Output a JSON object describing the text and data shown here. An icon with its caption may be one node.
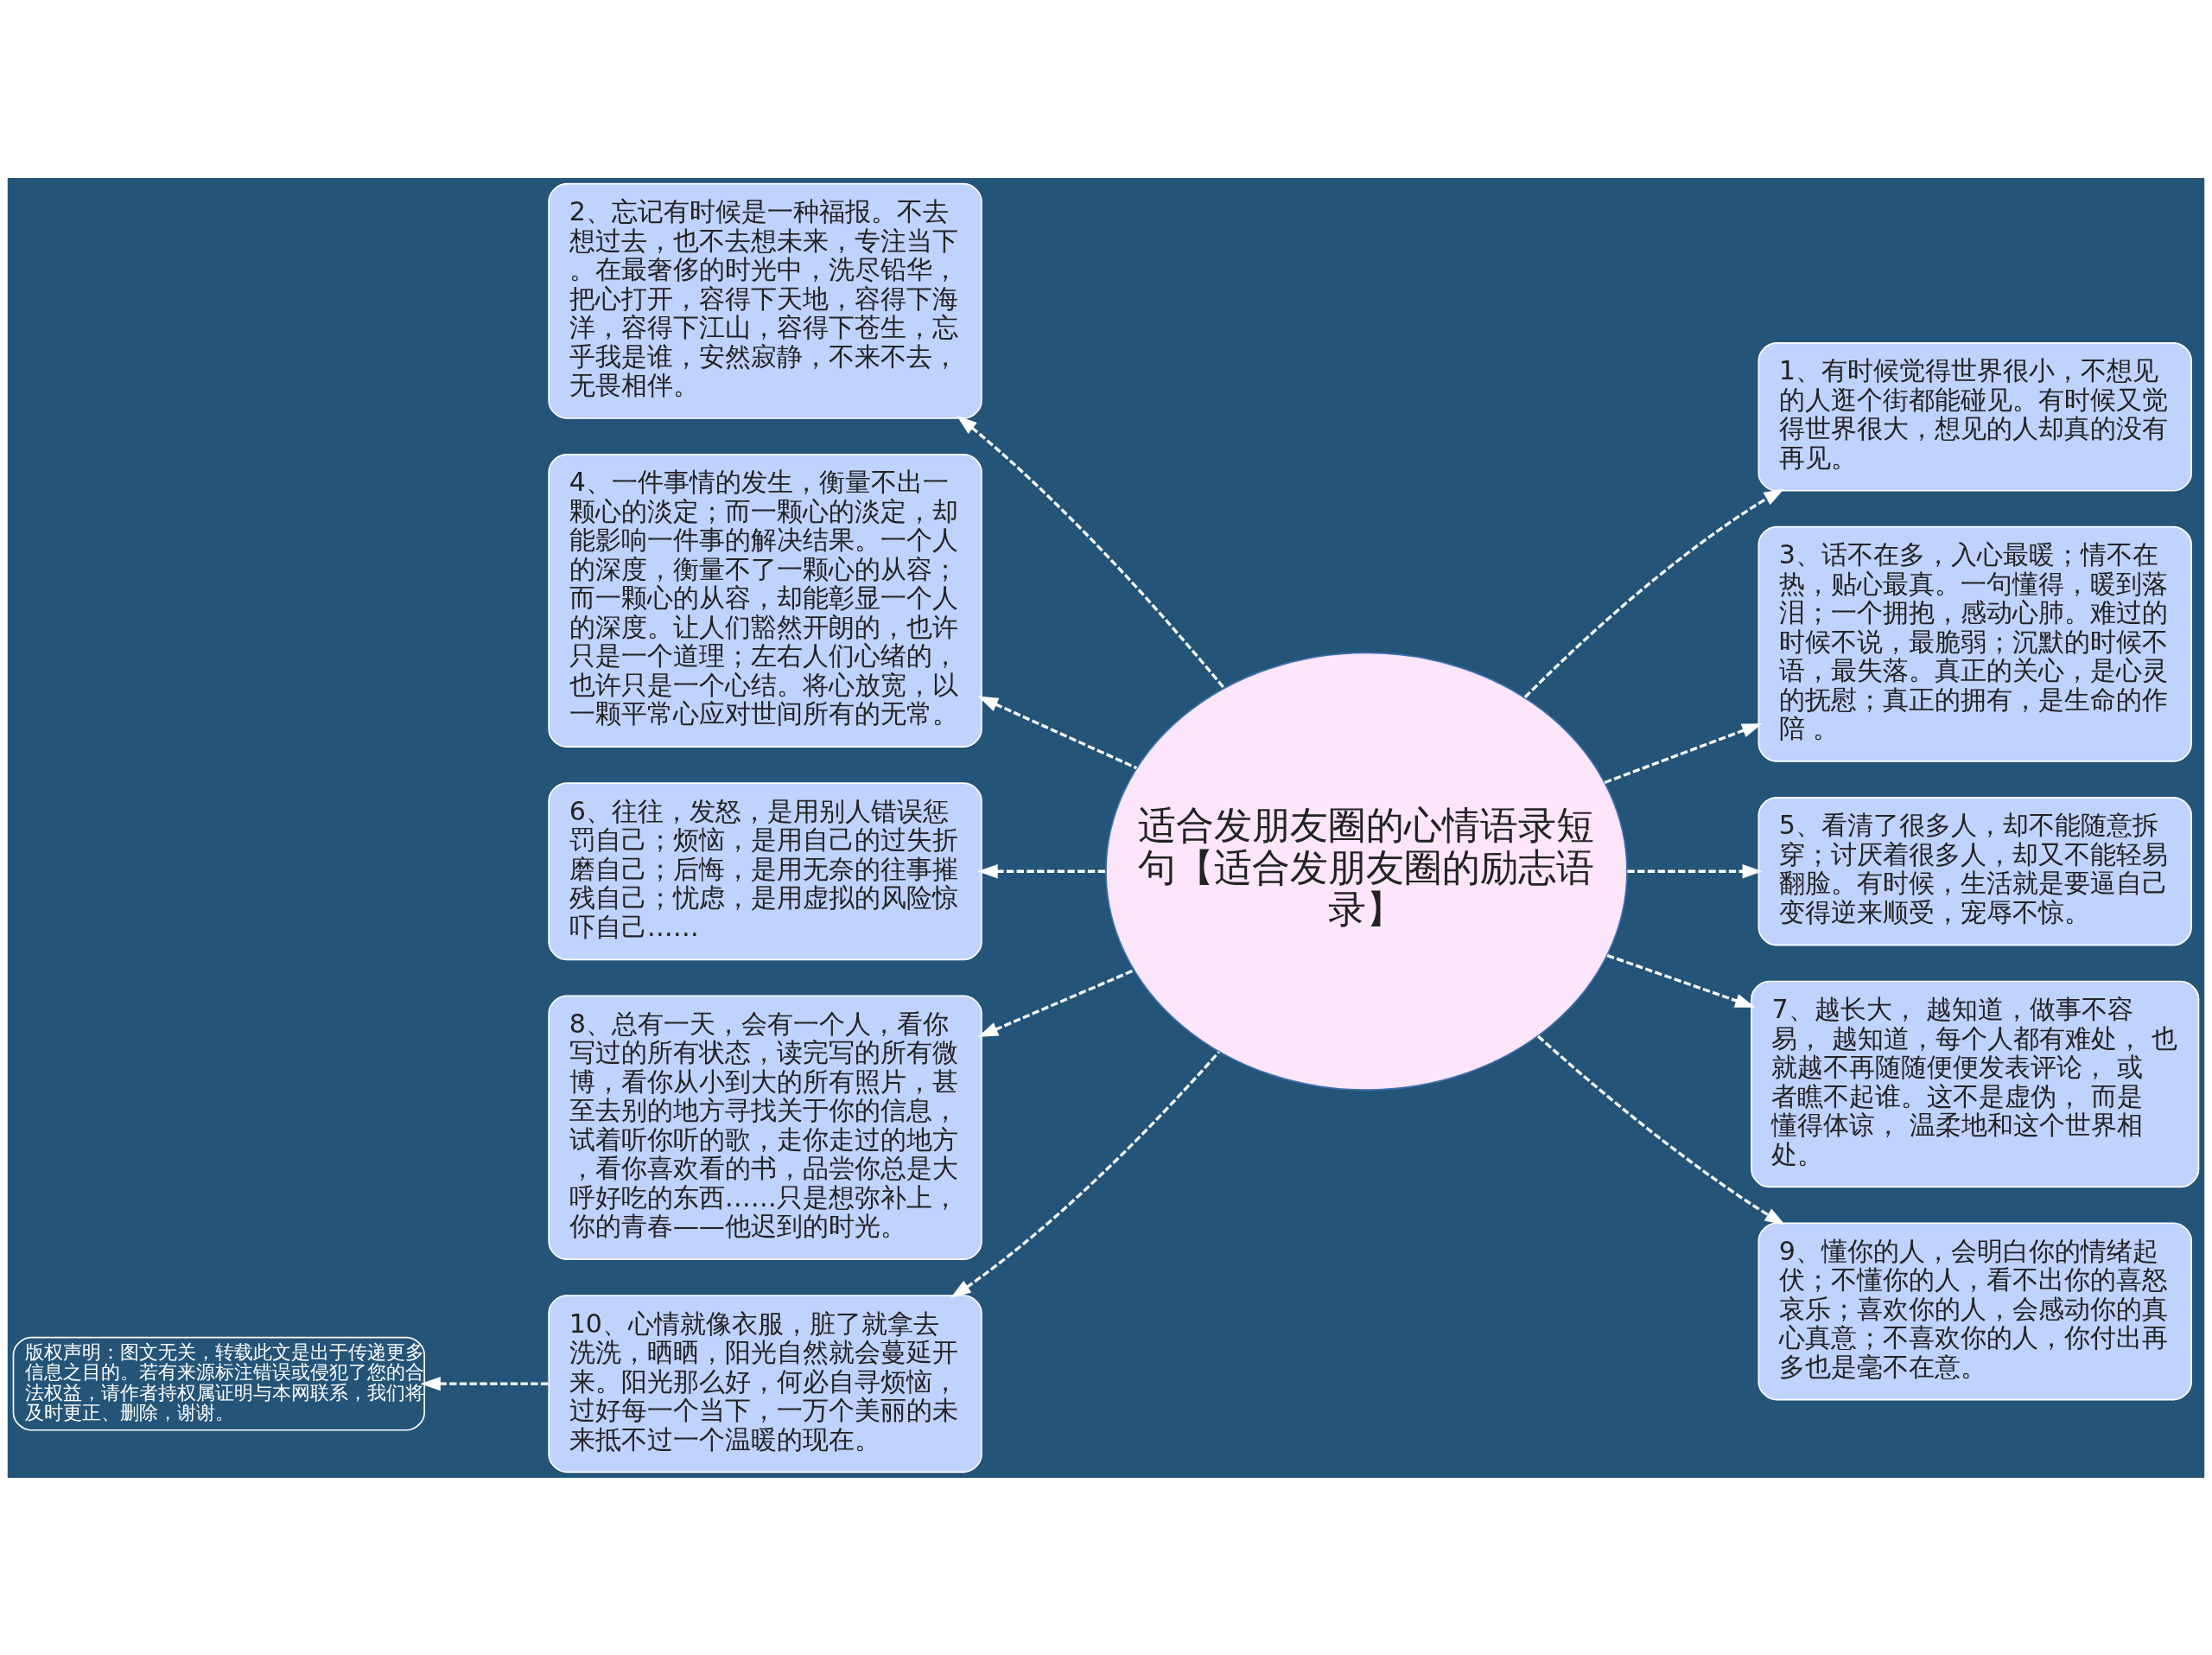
{
  "diagram": {
    "nodes": [
      {
        "text": [
          "适合发朋友圈的心情语录短句【适合发朋友圈的励志语录】"
        ]
      },
      {
        "text": [
          "1、有时候觉得世界很小，不想见的人逛个街都能碰见。有时候又觉得世界很大，想见的人却真的没有再见。"
        ]
      },
      {
        "text": [
          "2、忘记有时候是一种福报。不去想过去，也不去想未来，专注当下。在最奢侈的时光中，洗尽铅华，把心打开，容得下天地，容得下海洋，容得下江山，容得下苍生，忘乎我是谁，安然寂静，不来不去，无畏相伴。"
        ]
      },
      {
        "text": [
          "3、话不在多，入心最暖；情不在热，贴心最真。一句懂得，暖到落泪；一个拥抱，感动心肺。难过的时候不说，最脆弱；沉默的时候不语，最失落。真正的关心，是心灵的抚慰；真正的拥有，是生命的作陪 。"
        ]
      },
      {
        "text": [
          "4、一件事情的发生，衡量不出一颗心的淡定；而一颗心的淡定，却能影响一件事的解决结果。一个人的深度，衡量不了一颗心的从容；而一颗心的从容，却能彰显一个人的深度。让人们豁然开朗的，也许只是一个道理；左右人们心绪的，也许只是一个心结。将心放宽，以一颗平常心应对世间所有的无常。"
        ]
      },
      {
        "text": [
          "5、看清了很多人，却不能随意拆穿；讨厌着很多人，却又不能轻易翻脸。有时候，生活就是要逼自己变得逆来顺受，宠辱不惊。"
        ]
      },
      {
        "text": [
          "6、往往，发怒，是用别人错误惩罚自己；烦恼，是用自己的过失折磨自己；后悔，是用无奈的往事摧残自己；忧虑，是用虚拟的风险惊吓自己……"
        ]
      },
      {
        "text": [
          "7、越长大， 越知道，做事不容易， 越知道，每个人都有难处， 也就越不再随随便便发表评论， 或者瞧不起谁。这不是虚伪， 而是懂得体谅， 温柔地和这个世界相处。"
        ]
      },
      {
        "text": [
          "8、总有一天，会有一个人，看你写过的所有状态，读完写的所有微博，看你从小到大的所有照片，甚至去别的地方寻找关于你的信息，试着听你听的歌，走你走过的地方，看你喜欢看的书，品尝你总是大呼好吃的东西……只是想弥补上，你的青春——他迟到的时光。"
        ]
      },
      {
        "text": [
          "9、懂你的人，会明白你的情绪起伏；不懂你的人，看不出你的喜怒哀乐；喜欢你的人，会感动你的真心真意；不喜欢你的人，你付出再多也是毫不在意。"
        ]
      },
      {
        "text": [
          "10、心情就像衣服，脏了就拿去洗洗，晒晒，阳光自然就会蔓延开来。阳光那么好，何必自寻烦恼，过好每一个当下，一万个美丽的未来抵不过一个温暖的现在。"
        ]
      },
      {
        "text": [
          "版权声明：图文无关，转载此文是出于传递更多信息之目的。若有来源标注错误或侵犯了您的合法权益，请作者持权属证明与本网联系，我们将及时更正、删除，谢谢。"
        ]
      }
    ],
    "edges": [
      {
        "from": 0,
        "to": 1,
        "arrow": "to",
        "style": "dashed"
      },
      {
        "from": 0,
        "to": 2,
        "arrow": "to",
        "style": "dashed"
      },
      {
        "from": 0,
        "to": 3,
        "arrow": "to",
        "style": "dashed"
      },
      {
        "from": 0,
        "to": 4,
        "arrow": "to",
        "style": "dashed"
      },
      {
        "from": 0,
        "to": 5,
        "arrow": "to",
        "style": "dashed"
      },
      {
        "from": 0,
        "to": 6,
        "arrow": "to",
        "style": "dashed"
      },
      {
        "from": 0,
        "to": 7,
        "arrow": "to",
        "style": "dashed"
      },
      {
        "from": 0,
        "to": 8,
        "arrow": "to",
        "style": "dashed"
      },
      {
        "from": 0,
        "to": 9,
        "arrow": "to",
        "style": "dashed"
      },
      {
        "from": 0,
        "to": 10,
        "arrow": "to",
        "style": "dashed"
      },
      {
        "from": 10,
        "to": 11,
        "arrow": "to",
        "style": "dashed"
      }
    ]
  }
}
